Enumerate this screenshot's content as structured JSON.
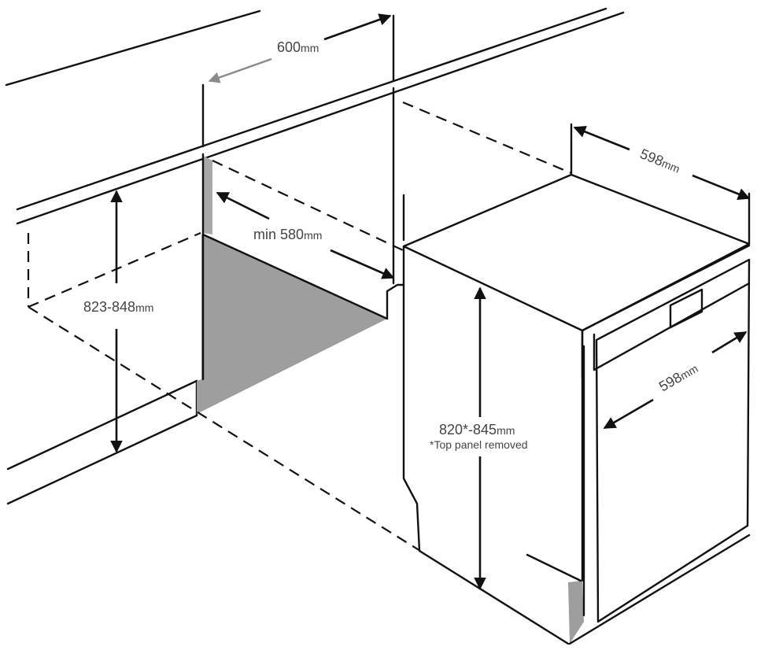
{
  "dimensions": {
    "cabinet_depth": {
      "value": "600",
      "unit": "mm"
    },
    "niche_depth_min": {
      "prefix": "min ",
      "value": "580",
      "unit": "mm"
    },
    "niche_height": {
      "value": "823-848",
      "unit": "mm"
    },
    "appliance_depth": {
      "value": "598",
      "unit": "mm"
    },
    "appliance_width": {
      "value": "598",
      "unit": "mm"
    },
    "appliance_height": {
      "value": "820*-845",
      "unit": "mm",
      "note": "*Top panel removed"
    }
  },
  "colors": {
    "line": "#111111",
    "shade": "#9e9e9e",
    "label": "#444444",
    "arrow_grey": "#8a8a8a"
  }
}
